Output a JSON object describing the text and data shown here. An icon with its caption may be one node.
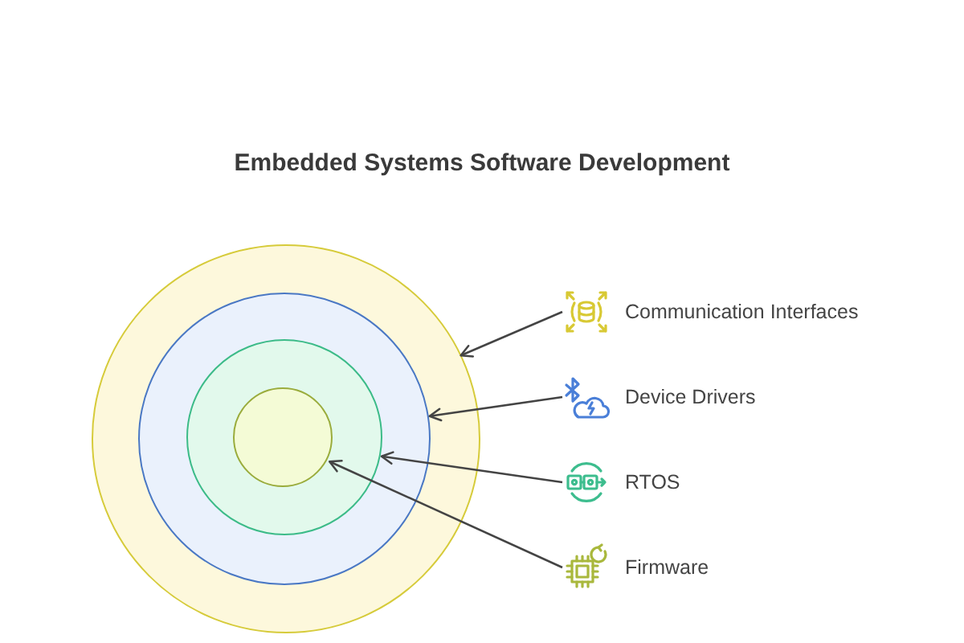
{
  "diagram": {
    "title": "Embedded Systems Software Development",
    "nodes": [
      {
        "text": [],
        "shape": "circle"
      },
      {
        "text": [],
        "shape": "circle",
        "in": 0
      },
      {
        "text": [],
        "shape": "circle",
        "in": 1
      },
      {
        "text": [],
        "shape": "circle",
        "in": 2
      },
      {
        "text": [
          "Communication Interfaces"
        ]
      },
      {
        "text": [
          "Device Drivers"
        ]
      },
      {
        "text": [
          "RTOS"
        ]
      },
      {
        "text": [
          "Firmware"
        ]
      }
    ],
    "edges": [
      {
        "from": 4,
        "to": 0,
        "arrow": "to"
      },
      {
        "from": 5,
        "to": 1,
        "arrow": "to"
      },
      {
        "from": 6,
        "to": 2,
        "arrow": "to"
      },
      {
        "from": 7,
        "to": 3,
        "arrow": "to"
      }
    ]
  }
}
